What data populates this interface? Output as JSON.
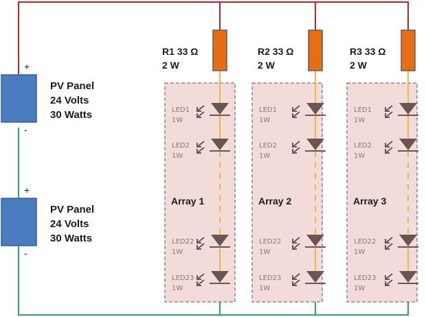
{
  "colors": {
    "positive_wire": "#c0202a",
    "negative_wire": "#2aa860",
    "led_wire": "#f0b840",
    "resistor_fill": "#e86c10",
    "resistor_border": "#5a5a6a",
    "panel_fill": "#4a7cc0",
    "panel_border": "#3a5f90",
    "array_fill": "#f1dcda",
    "array_border": "#555555",
    "led_symbol": "#6a5550"
  },
  "panels": [
    {
      "name": "PV Panel",
      "voltage": "24 Volts",
      "power": "30 Watts",
      "plus": "+",
      "minus": "-"
    },
    {
      "name": "PV Panel",
      "voltage": "24 Volts",
      "power": "30 Watts",
      "plus": "+",
      "minus": "-"
    }
  ],
  "resistors": [
    {
      "line1": "R1 33 Ω",
      "line2": "2 W"
    },
    {
      "line1": "R2 33 Ω",
      "line2": "2 W"
    },
    {
      "line1": "R3 33 Ω",
      "line2": "2 W"
    }
  ],
  "arrays": [
    {
      "label": "Array 1",
      "leds": [
        {
          "name": "LED1",
          "power": "1W"
        },
        {
          "name": "LED2",
          "power": "1W"
        },
        {
          "name": "LED22",
          "power": "1W"
        },
        {
          "name": "LED23",
          "power": "1W"
        }
      ]
    },
    {
      "label": "Array 2",
      "leds": [
        {
          "name": "LED1",
          "power": "1W"
        },
        {
          "name": "LED2",
          "power": "1W"
        },
        {
          "name": "LED22",
          "power": "1W"
        },
        {
          "name": "LED23",
          "power": "1W"
        }
      ]
    },
    {
      "label": "Array 3",
      "leds": [
        {
          "name": "LED1",
          "power": "1W"
        },
        {
          "name": "LED2",
          "power": "1W"
        },
        {
          "name": "LED22",
          "power": "1W"
        },
        {
          "name": "LED23",
          "power": "1W"
        }
      ]
    }
  ]
}
